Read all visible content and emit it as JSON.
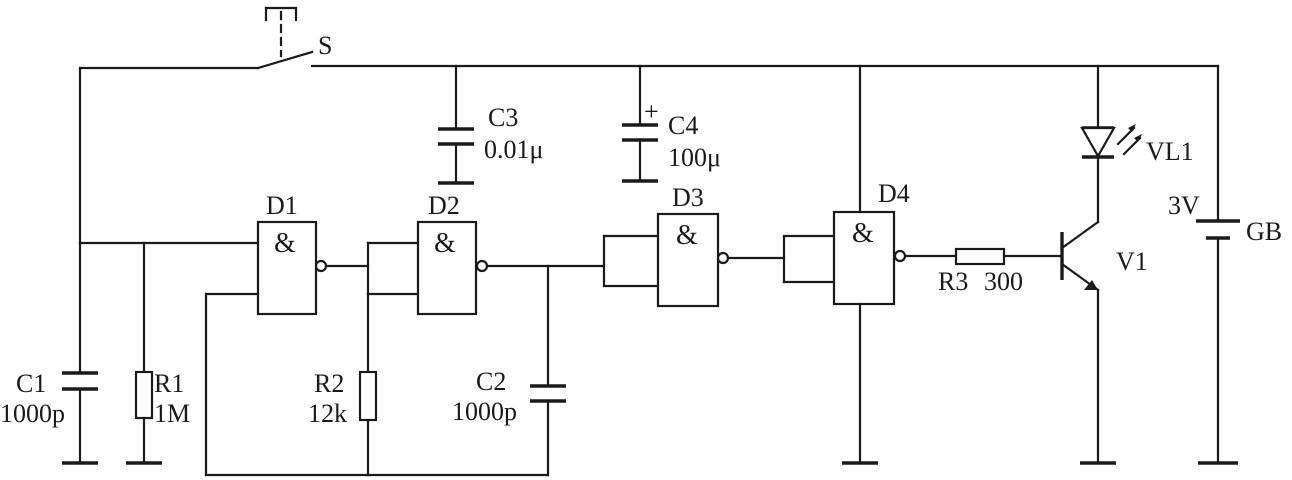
{
  "components": {
    "switch": {
      "label": "S"
    },
    "C1": {
      "name": "C1",
      "value": "1000p"
    },
    "R1": {
      "name": "R1",
      "value": "1M"
    },
    "R2": {
      "name": "R2",
      "value": "12k"
    },
    "C2": {
      "name": "C2",
      "value": "1000p"
    },
    "C3": {
      "name": "C3",
      "value": "0.01μ"
    },
    "C4": {
      "name": "C4",
      "value": "100μ",
      "polarity": "+"
    },
    "R3": {
      "name": "R3",
      "value": "300"
    },
    "D1": {
      "name": "D1",
      "symbol": "&"
    },
    "D2": {
      "name": "D2",
      "symbol": "&"
    },
    "D3": {
      "name": "D3",
      "symbol": "&"
    },
    "D4": {
      "name": "D4",
      "symbol": "&"
    },
    "V1": {
      "name": "V1"
    },
    "VL1": {
      "name": "VL1"
    },
    "GB": {
      "name": "GB",
      "voltage": "3V"
    }
  }
}
